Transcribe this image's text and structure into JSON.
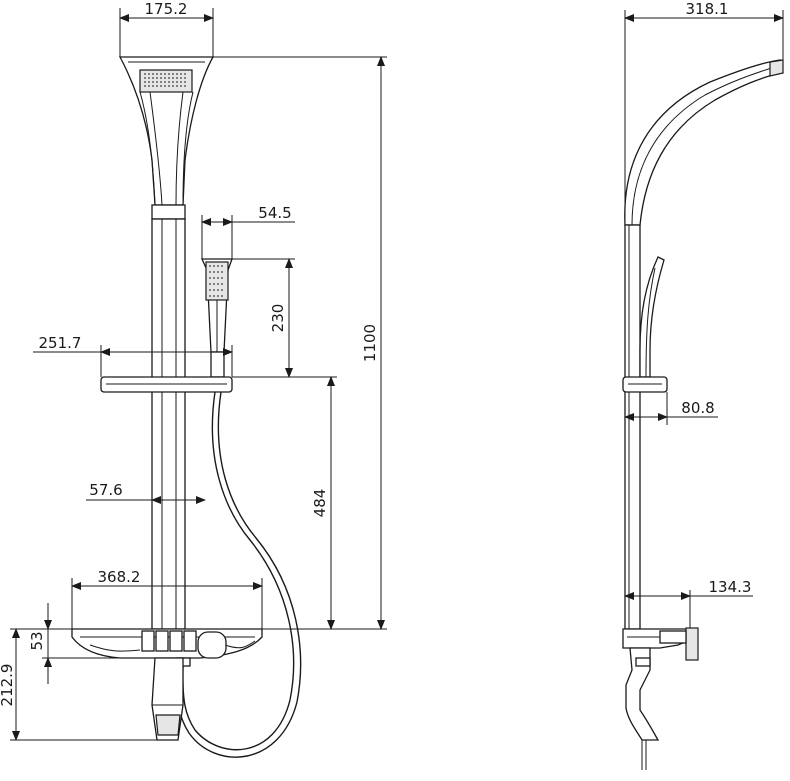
{
  "front_view": {
    "dims": {
      "head_width": "175.2",
      "handshower_width": "54.5",
      "handshower_length": "230",
      "holder_projection": "251.7",
      "total_height": "1100",
      "holder_height": "484",
      "bar_offset": "57.6",
      "shelf_width": "368.2",
      "shelf_thickness": "53",
      "bottom_height": "212.9"
    }
  },
  "side_view": {
    "dims": {
      "head_projection": "318.1",
      "holder_depth": "80.8",
      "valve_depth": "134.3"
    }
  },
  "colors": {
    "line": "#1a1a1a",
    "fill": "#ffffff",
    "shade": "#e6e6e6"
  }
}
